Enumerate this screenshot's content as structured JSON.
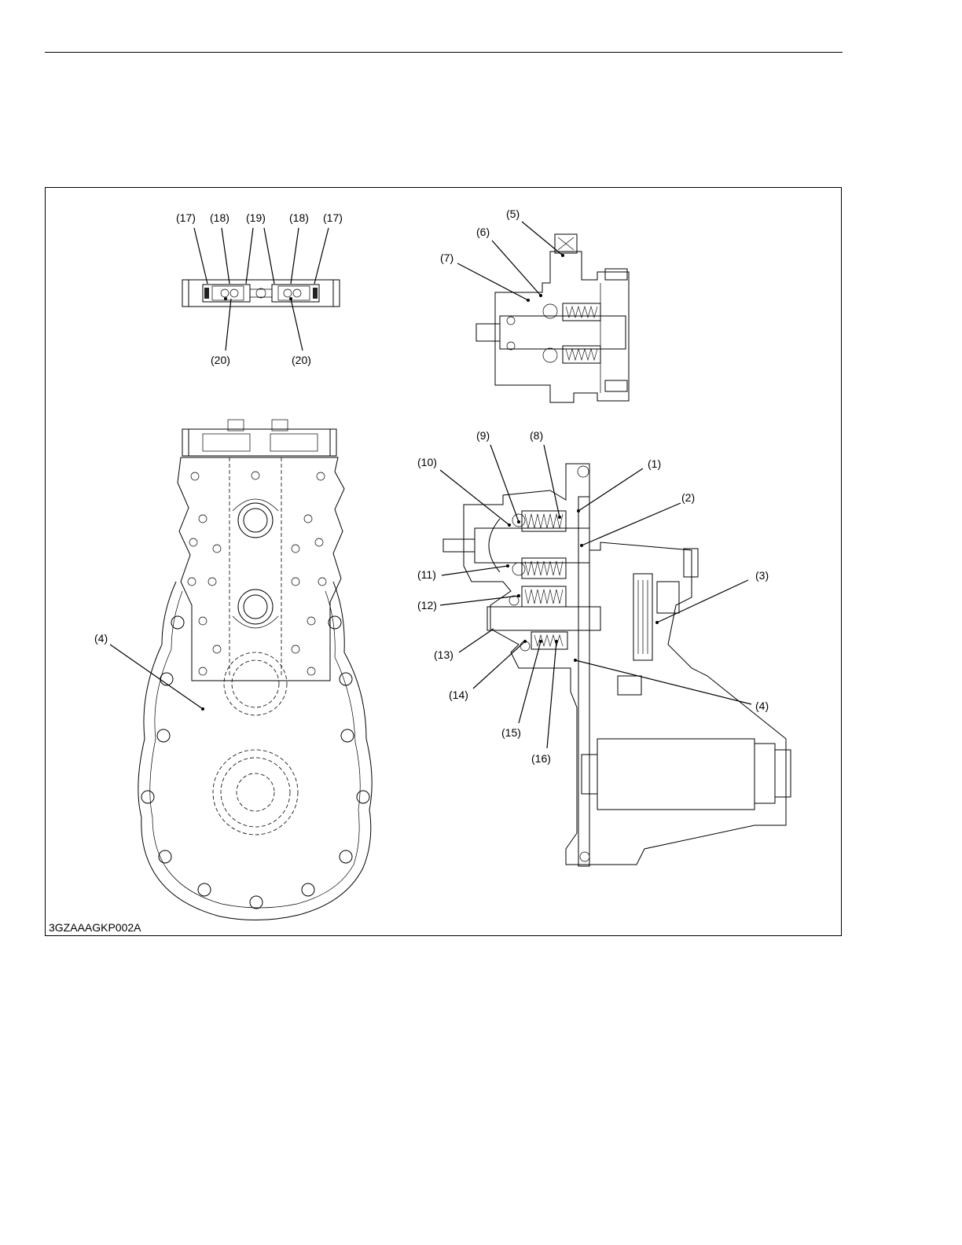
{
  "figure": {
    "id_label": "3GZAAAGKP002A",
    "callouts": {
      "c1": "(1)",
      "c2": "(2)",
      "c3": "(3)",
      "c4a": "(4)",
      "c4b": "(4)",
      "c5": "(5)",
      "c6": "(6)",
      "c7": "(7)",
      "c8": "(8)",
      "c9": "(9)",
      "c10": "(10)",
      "c11": "(11)",
      "c12": "(12)",
      "c13": "(13)",
      "c14": "(14)",
      "c15": "(15)",
      "c16": "(16)",
      "c17a": "(17)",
      "c17b": "(17)",
      "c18a": "(18)",
      "c18b": "(18)",
      "c19": "(19)",
      "c20a": "(20)",
      "c20b": "(20)"
    }
  }
}
